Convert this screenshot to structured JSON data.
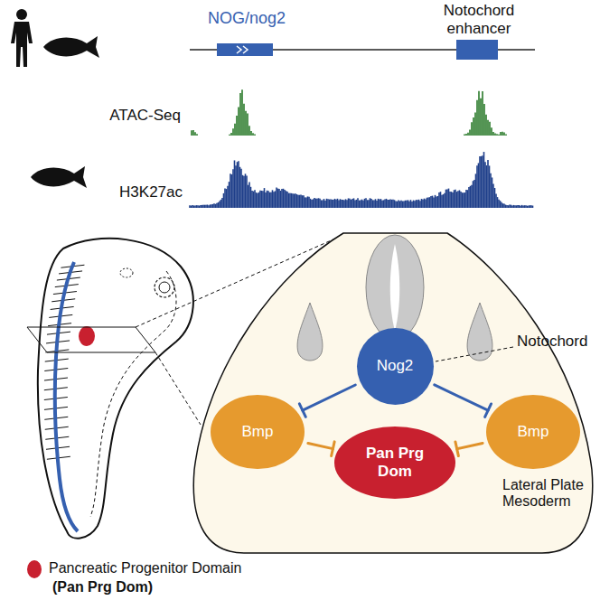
{
  "diagram": {
    "nodes": [
      {
        "text": [
          "Nog2"
        ]
      },
      {
        "text": [
          "Bmp"
        ]
      },
      {
        "text": [
          "Pan Prg Dom"
        ]
      },
      {
        "text": [
          "Bmp"
        ]
      }
    ],
    "edges": [
      {
        "from": 0,
        "to": 1,
        "arrow": "to"
      },
      {
        "from": 0,
        "to": 3,
        "arrow": "to"
      },
      {
        "from": 1,
        "to": 2,
        "arrow": "to"
      },
      {
        "from": 3,
        "to": 2,
        "arrow": "to"
      }
    ],
    "labels": [
      "NOG/nog2",
      "Notochord enhancer",
      "ATAC-Seq",
      "H3K27ac",
      "Notochord",
      "Lateral Plate Mesoderm",
      "Pancreatic Progenitor Domain",
      "(Pan Prg Dom)"
    ]
  }
}
